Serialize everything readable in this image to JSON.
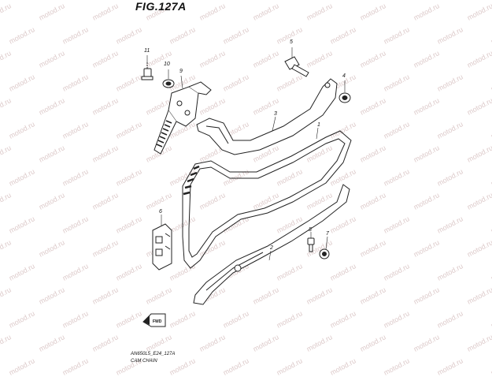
{
  "figure": {
    "title": "FIG.127A",
    "code": "AN650L5_E24_127A",
    "name": "CAM CHAIN"
  },
  "watermark": "motod.ru",
  "callouts": [
    {
      "id": "1",
      "part": "cam-chain"
    },
    {
      "id": "2",
      "part": "tensioner-guide"
    },
    {
      "id": "3",
      "part": "chain-guide"
    },
    {
      "id": "4",
      "part": "washer"
    },
    {
      "id": "5",
      "part": "bolt"
    },
    {
      "id": "6",
      "part": "bracket"
    },
    {
      "id": "7",
      "part": "washer"
    },
    {
      "id": "8",
      "part": "bolt"
    },
    {
      "id": "9",
      "part": "tensioner-adjuster"
    },
    {
      "id": "10",
      "part": "washer"
    },
    {
      "id": "11",
      "part": "bolt"
    }
  ],
  "fwd_label": "FWD",
  "colors": {
    "line": "#222222",
    "watermark": "#dcc9c9"
  }
}
